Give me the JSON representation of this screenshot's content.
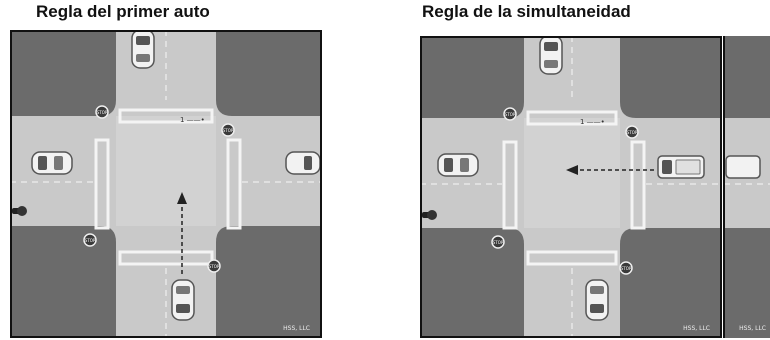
{
  "panels": [
    {
      "title": "Regla del primer auto",
      "credit": "HSS, LLC",
      "signs": [
        "STOP",
        "STOP",
        "STOP",
        "STOP"
      ],
      "lane_marker": "1 ——•"
    },
    {
      "title": "Regla de la simultaneidad",
      "credit": "HSS, LLC",
      "credit_extra": "HSS, LLC",
      "signs": [
        "STOP",
        "STOP",
        "STOP",
        "STOP"
      ],
      "lane_marker": "1 ——•"
    }
  ],
  "colors": {
    "corner": "#6b6b6b",
    "road": "#c9c9c9",
    "intersection": "#d2d2d2",
    "crosswalk": "#f4f4f4",
    "border": "#111111"
  }
}
